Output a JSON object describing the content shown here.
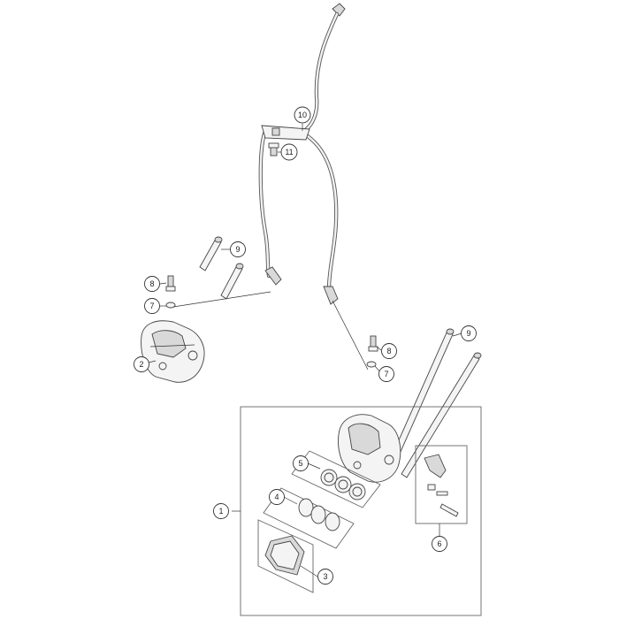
{
  "callouts": {
    "c1": "1",
    "c2": "2",
    "c3": "3",
    "c4": "4",
    "c5": "5",
    "c6": "6",
    "c7_left": "7",
    "c7_right": "7",
    "c8_left": "8",
    "c8_right": "8",
    "c9_left": "9",
    "c9_right": "9",
    "c10": "10",
    "c11": "11"
  }
}
